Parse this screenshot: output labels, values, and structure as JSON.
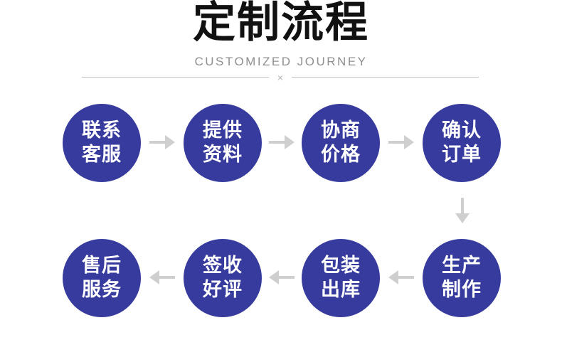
{
  "header": {
    "title": "定制流程",
    "subtitle": "CUSTOMIZED JOURNEY",
    "divider_mark": "×"
  },
  "flow": {
    "top_row": [
      {
        "label": "联系\n客服"
      },
      {
        "label": "提供\n资料"
      },
      {
        "label": "协商\n价格"
      },
      {
        "label": "确认\n订单"
      }
    ],
    "bottom_row": [
      {
        "label": "售后\n服务"
      },
      {
        "label": "签收\n好评"
      },
      {
        "label": "包装\n出库"
      },
      {
        "label": "生产\n制作"
      }
    ]
  },
  "colors": {
    "circle": "#373b9d",
    "arrow": "#cfcfcf",
    "title": "#111111",
    "subtitle": "#8f8f8f"
  }
}
